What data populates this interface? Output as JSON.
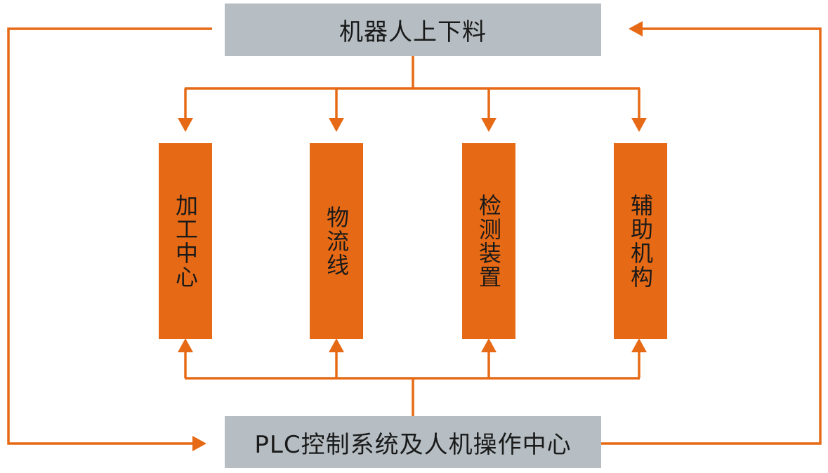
{
  "colors": {
    "accent": "#e66a16",
    "box_grey": "#b6bec3",
    "text": "#1a1a1a"
  },
  "top_box": {
    "label": "机器人上下料"
  },
  "bottom_box": {
    "label": "PLC控制系统及人机操作中心"
  },
  "modules": [
    {
      "label": "加工中心"
    },
    {
      "label": "物流线"
    },
    {
      "label": "检测装置"
    },
    {
      "label": "辅助机构"
    }
  ]
}
